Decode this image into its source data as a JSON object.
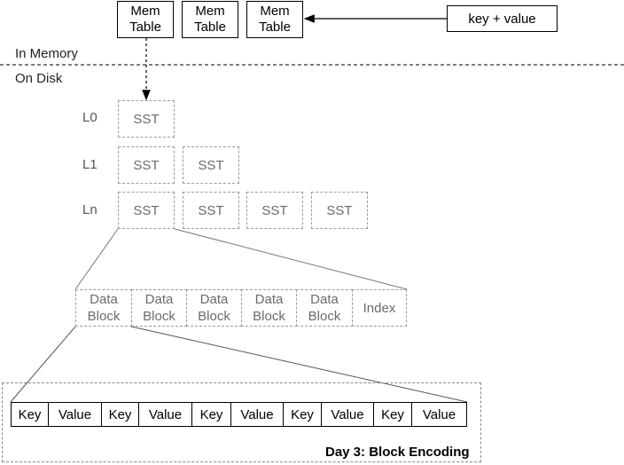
{
  "memtables": [
    {
      "line1": "Mem",
      "line2": "Table"
    },
    {
      "line1": "Mem",
      "line2": "Table"
    },
    {
      "line1": "Mem",
      "line2": "Table"
    }
  ],
  "input_label": "key + value",
  "sections": {
    "in_memory": "In Memory",
    "on_disk": "On Disk"
  },
  "levels": [
    {
      "label": "L0",
      "ssts": [
        "SST"
      ]
    },
    {
      "label": "L1",
      "ssts": [
        "SST",
        "SST"
      ]
    },
    {
      "label": "Ln",
      "ssts": [
        "SST",
        "SST",
        "SST",
        "SST"
      ]
    }
  ],
  "blocks": [
    {
      "line1": "Data",
      "line2": "Block"
    },
    {
      "line1": "Data",
      "line2": "Block"
    },
    {
      "line1": "Data",
      "line2": "Block"
    },
    {
      "line1": "Data",
      "line2": "Block"
    },
    {
      "line1": "Data",
      "line2": "Block"
    },
    {
      "line1": "Index",
      "line2": ""
    }
  ],
  "entries": [
    {
      "key": "Key",
      "value": "Value"
    },
    {
      "key": "Key",
      "value": "Value"
    },
    {
      "key": "Key",
      "value": "Value"
    },
    {
      "key": "Key",
      "value": "Value"
    },
    {
      "key": "Key",
      "value": "Value"
    }
  ],
  "caption": "Day 3: Block Encoding"
}
